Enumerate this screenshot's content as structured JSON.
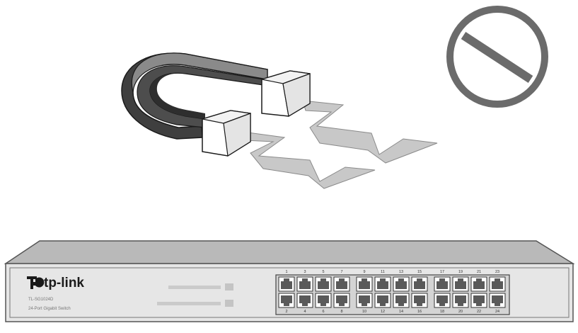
{
  "colors": {
    "prohibit_sign": "#6b6b6b",
    "magnet_dark": "#4d4d4d",
    "magnet_inner": "#3a3a3a",
    "field_gray": "#c8c8c8",
    "switch_top": "#b9b9b9",
    "switch_front": "#e6e6e6",
    "port_panel": "#d4d4d4",
    "port": "#555555"
  },
  "icons": {
    "prohibit": "prohibited-sign-icon",
    "magnet": "horseshoe-magnet-icon",
    "field": "magnetic-field-lightning-icon",
    "device": "network-switch-icon",
    "brand_logo": "tp-link-logo-icon"
  },
  "switch": {
    "brand": "tp-link",
    "model": "TL-SG1024D",
    "description": "24-Port Gigabit Switch",
    "ports_top": [
      "1",
      "3",
      "5",
      "7",
      "9",
      "11",
      "13",
      "15",
      "17",
      "19",
      "21",
      "23"
    ],
    "ports_bottom": [
      "2",
      "4",
      "6",
      "8",
      "10",
      "12",
      "14",
      "16",
      "18",
      "20",
      "22",
      "24"
    ]
  }
}
